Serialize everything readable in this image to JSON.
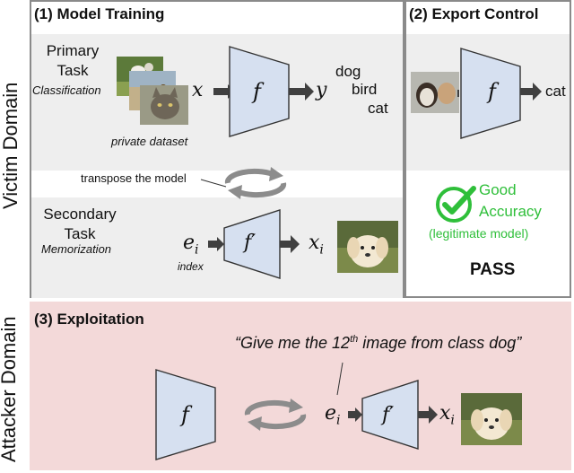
{
  "side_labels": {
    "victim": "Victim Domain",
    "attacker": "Attacker Domain"
  },
  "panel1": {
    "title": "(1) Model Training",
    "primary_label_1": "Primary",
    "primary_label_2": "Task",
    "primary_sub": "Classification",
    "dataset_caption": "private dataset",
    "input_var": "x",
    "model": "f",
    "output_var": "y",
    "classes": [
      "dog",
      "bird",
      "cat"
    ],
    "transpose_label": "transpose the model",
    "secondary_label_1": "Secondary",
    "secondary_label_2": "Task",
    "secondary_sub": "Memorization",
    "index_var": "e",
    "index_sub": "i",
    "index_caption": "index",
    "model_prime": "f′",
    "out_img_var": "x",
    "out_img_sub": "i"
  },
  "panel2": {
    "title": "(2) Export Control",
    "model": "f",
    "output": "cat",
    "good_1": "Good",
    "good_2": "Accuracy",
    "legit": "(legitimate model)",
    "pass": "PASS"
  },
  "panel3": {
    "title": "(3) Exploitation",
    "quote_pre": "“Give me the 12",
    "quote_sup": "th",
    "quote_post": " image from class dog”",
    "model": "f",
    "index_var": "e",
    "index_sub": "i",
    "model_prime": "f′",
    "out_img_var": "x",
    "out_img_sub": "i"
  },
  "colors": {
    "panel_border": "#8a8a8a",
    "gray_band": "#eeeeee",
    "trapezoid_fill": "#d6e0f0",
    "arrow": "#404040",
    "attacker_bg": "#f3d9d9",
    "green": "#2fbf3a"
  },
  "icons": [
    "dog-photo",
    "bird-photo",
    "cat-photo",
    "puppy-photo",
    "cat-dog-photo",
    "checkmark-icon",
    "rotate-icon"
  ]
}
